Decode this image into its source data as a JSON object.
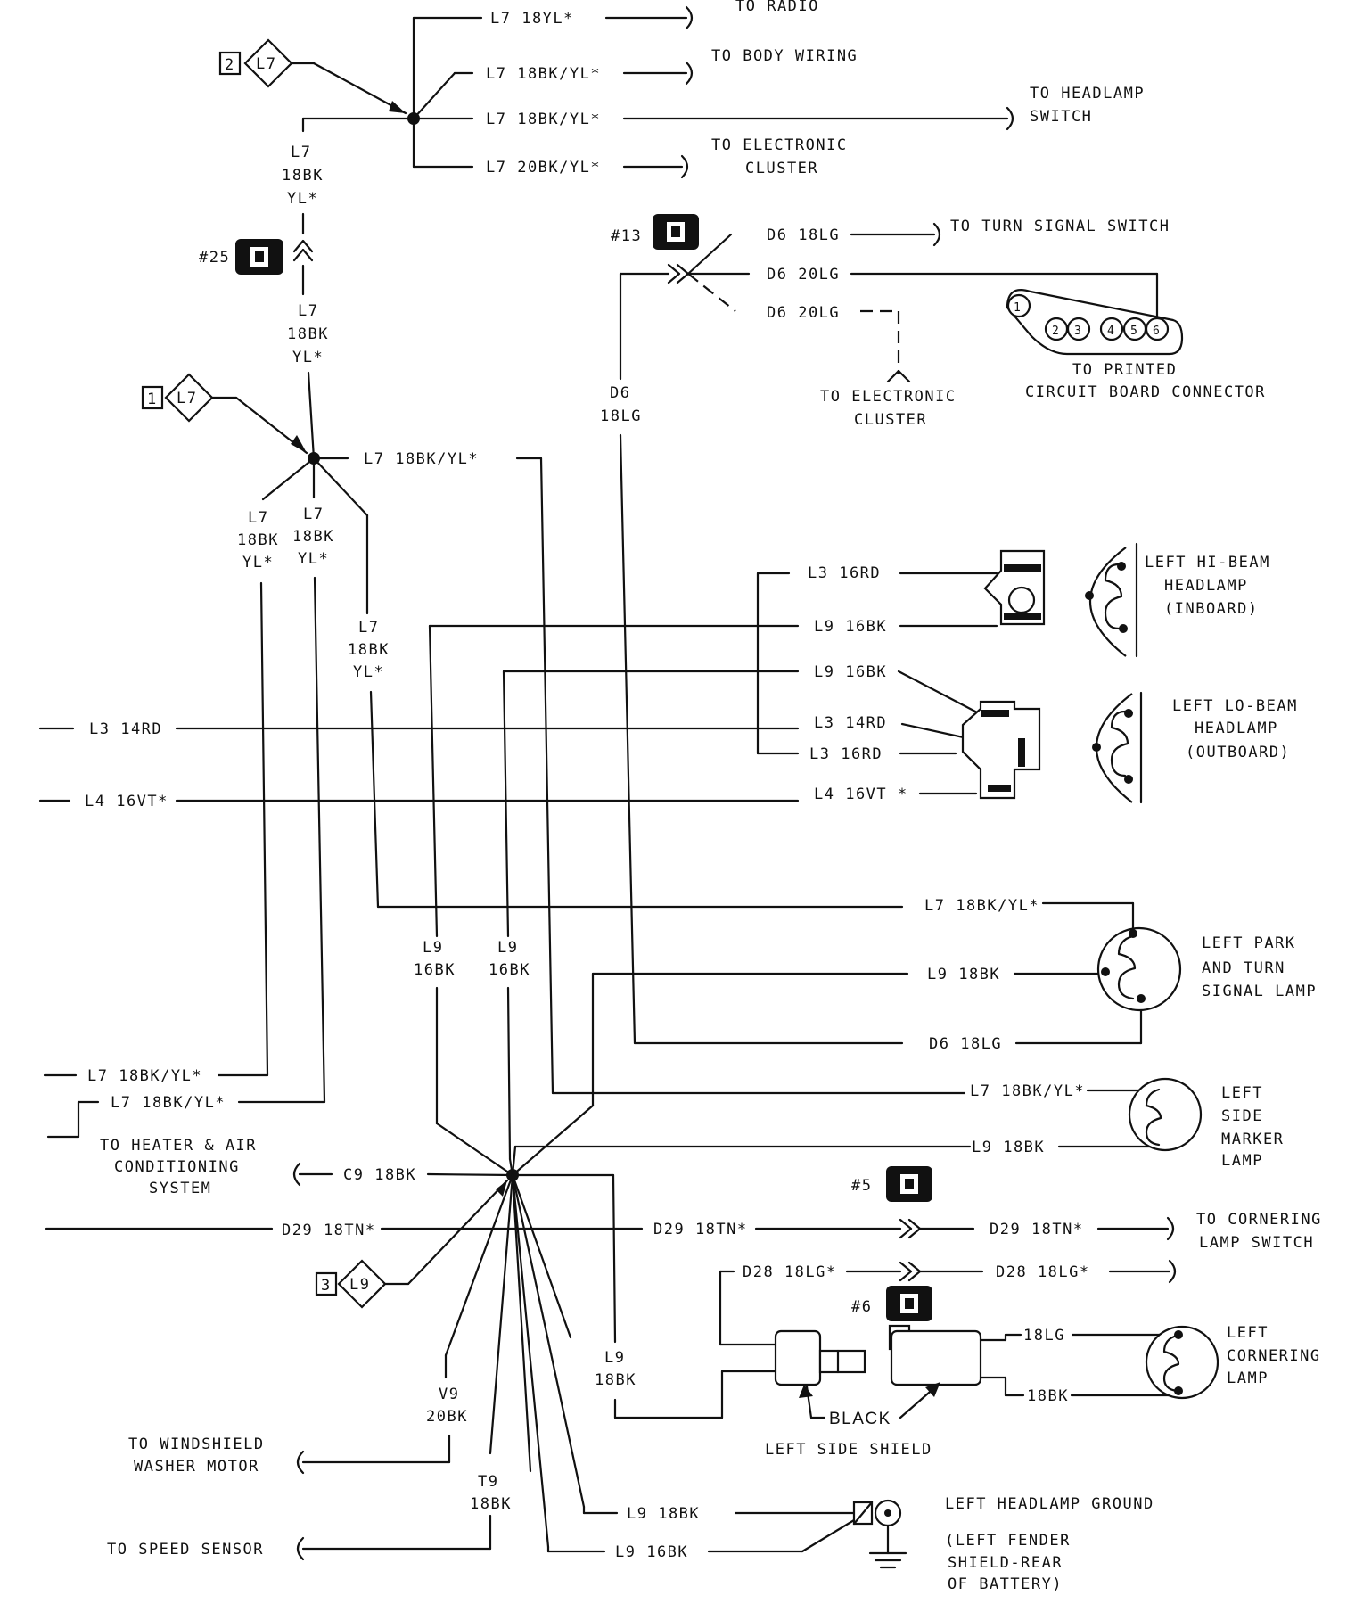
{
  "top_splice": {
    "wires": [
      "L7 18YL*",
      "L7 18BK/YL*",
      "L7 18BK/YL*",
      "L7 20BK/YL*"
    ],
    "destinations": [
      "TO RADIO",
      "TO BODY WIRING",
      "TO HEADLAMP",
      "SWITCH",
      "TO ELECTRONIC",
      "CLUSTER"
    ],
    "marker": {
      "num": "2",
      "code": "L7"
    },
    "down_wire": [
      "L7",
      "18BK",
      "YL*"
    ]
  },
  "conn25": {
    "label": "#25",
    "below": [
      "L7",
      "18BK",
      "YL*"
    ]
  },
  "conn13": {
    "label": "#13",
    "wires": [
      "D6 18LG",
      "D6 20LG",
      "D6 20LG"
    ],
    "dest_turn": "TO TURN SIGNAL SWITCH",
    "dest_cluster": [
      "TO ELECTRONIC",
      "CLUSTER"
    ],
    "pcb_pins": [
      "1",
      "2",
      "3",
      "4",
      "5",
      "6"
    ],
    "pcb_label": [
      "TO  PRINTED",
      "CIRCUIT BOARD CONNECTOR"
    ],
    "down_wire": [
      "D6",
      "18LG"
    ]
  },
  "mid_splice": {
    "marker": {
      "num": "1",
      "code": "L7"
    },
    "right_wire": "L7 18BK/YL*",
    "branch_a": [
      "L7",
      "18BK",
      "YL*"
    ],
    "branch_b": [
      "L7",
      "18BK",
      "YL*"
    ],
    "branch_c": [
      "L7",
      "18BK",
      "YL*"
    ]
  },
  "hi_beam": {
    "wires": [
      "L3 16RD",
      "L9 16BK"
    ],
    "label": [
      "LEFT HI-BEAM",
      "HEADLAMP",
      "(INBOARD)"
    ]
  },
  "lo_beam": {
    "wires": [
      "L9 16BK",
      "L3 14RD",
      "L3 16RD",
      "L4 16VT *"
    ],
    "label": [
      "LEFT LO-BEAM",
      "HEADLAMP",
      "(OUTBOARD)"
    ]
  },
  "left_feeds": [
    "L3 14RD",
    "L4 16VT*"
  ],
  "park_lamp": {
    "wires": [
      "L7 18BK/YL*",
      "L9 18BK",
      "D6 18LG"
    ],
    "label": [
      "LEFT PARK",
      "AND TURN",
      "SIGNAL LAMP"
    ]
  },
  "l9_drops": [
    [
      "L9",
      "16BK"
    ],
    [
      "L9",
      "16BK"
    ]
  ],
  "left_outs": [
    "L7 18BK/YL*",
    "L7 18BK/YL*"
  ],
  "marker_lamp": {
    "wires": [
      "L7 18BK/YL*",
      "L9 18BK"
    ],
    "label": [
      "LEFT",
      "SIDE",
      "MARKER",
      "LAMP"
    ]
  },
  "heater": {
    "label": [
      "TO HEATER & AIR",
      "CONDITIONING",
      "SYSTEM"
    ],
    "wire": "C9 18BK"
  },
  "cornering_switch": {
    "conn": "#5",
    "wires": [
      "D29 18TN*",
      "D29 18TN*",
      "D29 18TN*"
    ],
    "label": [
      "TO CORNERING",
      "LAMP SWITCH"
    ]
  },
  "bottom_splice": {
    "marker": {
      "num": "3",
      "code": "L9"
    }
  },
  "cornering_lamp": {
    "conn": "#6",
    "wires": [
      "D28 18LG*",
      "D28 18LG*",
      "18LG",
      "18BK"
    ],
    "label": [
      "LEFT",
      "CORNERING",
      "LAMP"
    ],
    "l9": [
      "L9",
      "18BK"
    ]
  },
  "shield": {
    "black": "BLACK",
    "label": "LEFT SIDE SHIELD"
  },
  "washer": {
    "wire": [
      "V9",
      "20BK"
    ],
    "label": [
      "TO WINDSHIELD",
      "WASHER MOTOR"
    ]
  },
  "speed": {
    "wire": [
      "T9",
      "18BK"
    ],
    "label": "TO SPEED SENSOR"
  },
  "ground": {
    "wires": [
      "L9 18BK",
      "L9 16BK"
    ],
    "label": [
      "LEFT HEADLAMP GROUND",
      "(LEFT FENDER",
      "SHIELD-REAR",
      "OF BATTERY)"
    ]
  }
}
